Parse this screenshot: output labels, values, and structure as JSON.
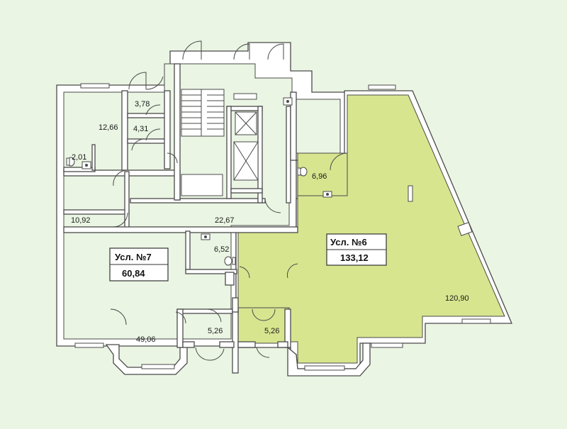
{
  "colors": {
    "background": "#eaf5e3",
    "highlight": "#d8e58f",
    "wall_fill": "#ffffff",
    "wall_stroke": "#4a4a4a",
    "text": "#1a1a1a"
  },
  "units": [
    {
      "title": "Усл. №7",
      "area": "60,84"
    },
    {
      "title": "Усл. №6",
      "area": "133,12"
    }
  ],
  "rooms": {
    "r_3_78": "3,78",
    "r_12_66": "12,66",
    "r_4_31": "4,31",
    "r_2_01": "2,01",
    "r_10_92": "10,92",
    "r_22_67": "22,67",
    "r_6_52": "6,52",
    "r_49_06": "49,06",
    "r_5_26_a": "5,26",
    "r_5_26_b": "5,26",
    "r_6_96": "6,96",
    "r_120_90": "120,90"
  },
  "icons": [
    "toilet-icon",
    "sink-icon",
    "door-swing-icon",
    "window-icon",
    "stairs-icon",
    "elevator-icon"
  ]
}
